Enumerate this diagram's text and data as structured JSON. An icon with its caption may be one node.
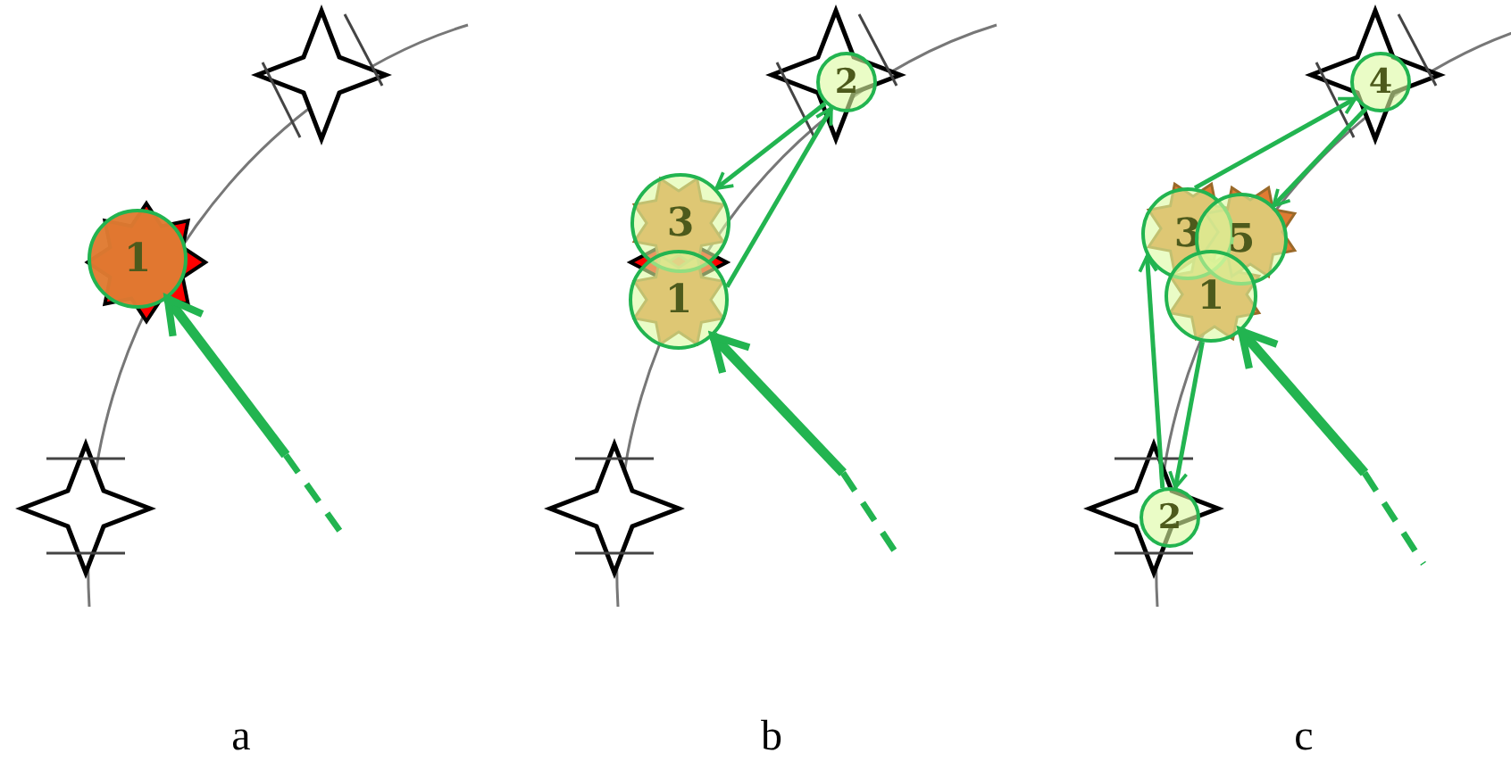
{
  "diagram": {
    "nodes": [
      {
        "text": [
          "1"
        ]
      },
      {
        "text": [
          "2"
        ]
      },
      {
        "text": [
          "3"
        ]
      },
      {
        "text": [
          "1"
        ]
      },
      {
        "text": [
          "4"
        ]
      },
      {
        "text": [
          "3"
        ]
      },
      {
        "text": [
          "5"
        ]
      },
      {
        "text": [
          "1"
        ]
      },
      {
        "text": [
          "2"
        ]
      }
    ],
    "edges": [
      {
        "from": null,
        "to": 0,
        "arrow": "to",
        "style": "thick"
      },
      {
        "from": null,
        "to": 3,
        "arrow": "to",
        "style": "thick"
      },
      {
        "from": 3,
        "to": 1,
        "arrow": "to"
      },
      {
        "from": 1,
        "to": 2,
        "arrow": "to"
      },
      {
        "from": null,
        "to": 7,
        "arrow": "to",
        "style": "thick"
      },
      {
        "from": 7,
        "to": 8,
        "arrow": "to"
      },
      {
        "from": 8,
        "to": 5,
        "arrow": "to"
      },
      {
        "from": 5,
        "to": 4,
        "arrow": "to"
      },
      {
        "from": 4,
        "to": 6,
        "arrow": "to"
      }
    ],
    "labels": [
      "a",
      "b",
      "c"
    ]
  }
}
